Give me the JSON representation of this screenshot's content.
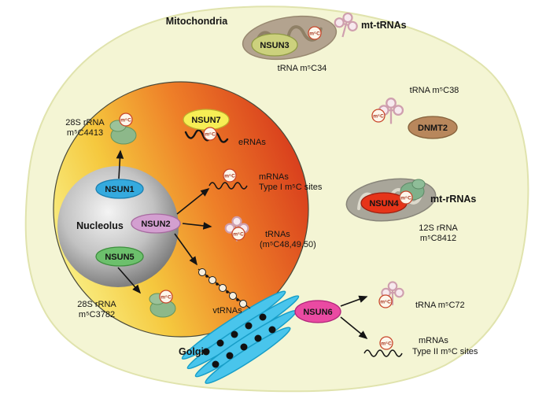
{
  "labels": {
    "m5c": "m⁵C"
  },
  "organelles": {
    "mitochondria": "Mitochondria",
    "nucleolus": "Nucleolus",
    "golgi": "Golgi"
  },
  "enzymes": {
    "nsun1": "NSUN1",
    "nsun2": "NSUN2",
    "nsun3": "NSUN3",
    "nsun4": "NSUN4",
    "nsun5": "NSUN5",
    "nsun6": "NSUN6",
    "nsun7": "NSUN7",
    "dnmt2": "DNMT2"
  },
  "targets": {
    "mt_trnas": "mt-tRNAs",
    "trna_c34": "tRNA m⁵C34",
    "trna_c38": "tRNA m⁵C38",
    "mt_rrnas": "mt-rRNAs",
    "rrna_12s_line1": "12S rRNA",
    "rrna_12s_line2": "m⁵C8412",
    "rrna_28s_top_line1": "28S rRNA",
    "rrna_28s_top_line2": "m⁵C4413",
    "ernas": "eRNAs",
    "mrnas_type1_line1": "mRNAs",
    "mrnas_type1_line2": "Type I m⁵C sites",
    "trnas_line1": "tRNAs",
    "trnas_line2": "(m⁵C48,49,50)",
    "vtrnas": "vtRNAs",
    "rrna_28s_bottom_line1": "28S rRNA",
    "rrna_28s_bottom_line2": "m⁵C3782",
    "trna_c72": "tRNA m⁵C72",
    "mrnas_type2_line1": "mRNAs",
    "mrnas_type2_line2": "Type II m⁵C sites"
  },
  "colors": {
    "cell": "#f4f5d4",
    "cell_edge": "#e0e3ad",
    "nucleus_yellow": "#f9f188",
    "nucleus_orange1": "#f5c83e",
    "nucleus_orange2": "#ee7f28",
    "nucleus_red": "#d7391c",
    "nsun1": "#35aade",
    "nsun2": "#d39fd0",
    "nsun3": "#ccd17d",
    "nsun4": "#e63419",
    "nsun5": "#6cc06c",
    "nsun6": "#ea4aa2",
    "nsun7": "#f7ee55",
    "dnmt2": "#b8875c",
    "golgi": "#49c5ec",
    "badge_ring": "#c8462a"
  }
}
